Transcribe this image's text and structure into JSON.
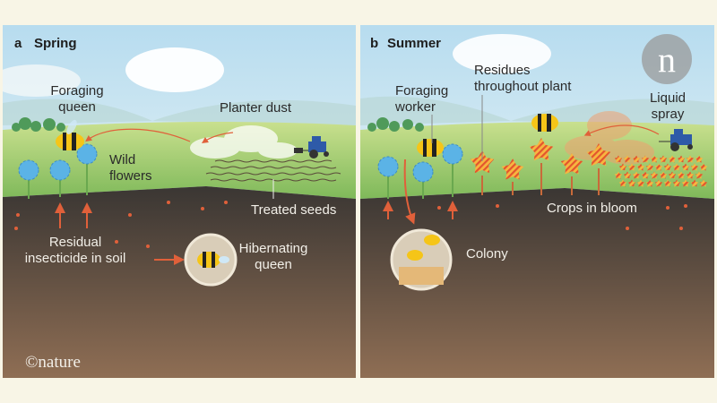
{
  "panels": [
    {
      "letter": "a",
      "title": "Spring",
      "labels": {
        "foraging_1": "Foraging",
        "foraging_2": "queen",
        "planter_dust": "Planter dust",
        "wild_1": "Wild",
        "wild_2": "flowers",
        "treated_seeds": "Treated seeds",
        "residual_1": "Residual",
        "residual_2": "insecticide in soil",
        "hibernating_1": "Hibernating",
        "hibernating_2": "queen"
      },
      "credit": "©nature"
    },
    {
      "letter": "b",
      "title": "Summer",
      "labels": {
        "foraging_1": "Foraging",
        "foraging_2": "worker",
        "residues_1": "Residues",
        "residues_2": "throughout plant",
        "liquid_1": "Liquid",
        "liquid_2": "spray",
        "crops": "Crops in bloom",
        "colony": "Colony"
      },
      "logo": "n"
    }
  ],
  "colors": {
    "background": "#f8f5e6",
    "soil_top": "#3d3935",
    "soil_bottom": "#8d6c52",
    "grass": "#a9cf6e",
    "arrow": "#e0603a",
    "flower_blue": "#5bb3e6",
    "crop_orange": "#f4a23a"
  }
}
